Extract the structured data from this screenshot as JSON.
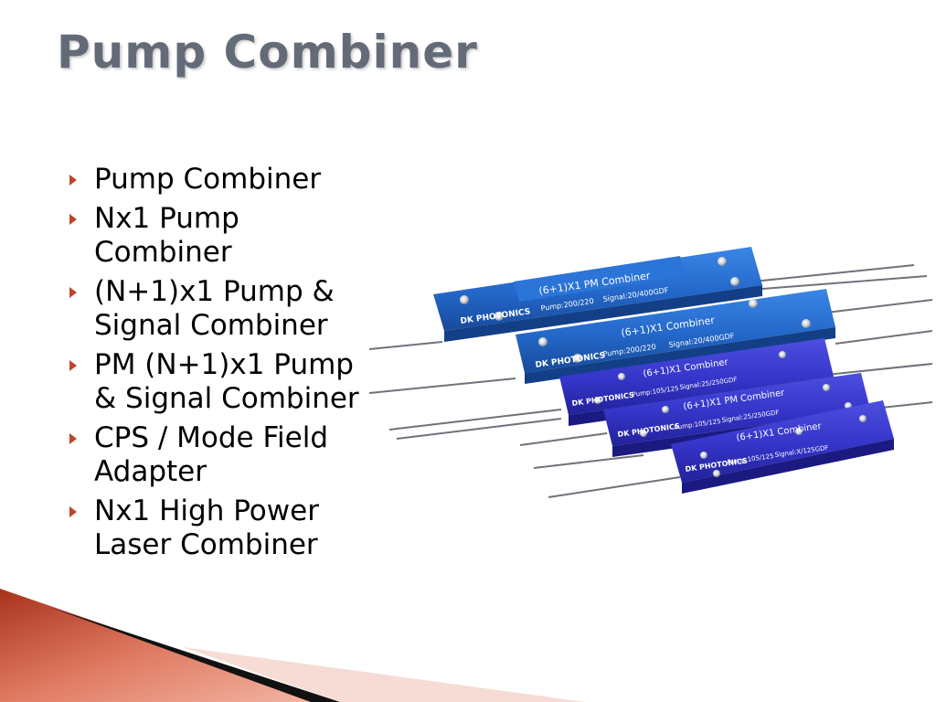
{
  "slide": {
    "title": "Pump Combiner",
    "bullets": [
      "Pump Combiner",
      "Nx1 Pump Combiner",
      "(N+1)x1 Pump & Signal Combiner",
      "PM (N+1)x1 Pump & Signal Combiner",
      "CPS / Mode Field Adapter",
      "Nx1 High Power Laser Combiner"
    ],
    "accent_color": "#c0432c",
    "title_color": "#646b78"
  },
  "product_photo": {
    "brand": "DK PHOTONICS",
    "devices": [
      {
        "name": "(6+1)X1 PM Combiner",
        "spec_pump": "Pump:200/220",
        "spec_signal": "Signal:20/400GDF"
      },
      {
        "name": "(6+1)X1  Combiner",
        "spec_pump": "Pump:200/220",
        "spec_signal": "Signal:20/400GDF"
      },
      {
        "name": "(6+1)X1 Combiner",
        "spec_pump": "Pump:105/125",
        "spec_signal": "Signal:25/250GDF"
      },
      {
        "name": "(6+1)X1 PM Combiner",
        "spec_pump": "Pump:105/125",
        "spec_signal": "Signal:25/250GDF"
      },
      {
        "name": "(6+1)X1 Combiner",
        "spec_pump": "Pump:105/125",
        "spec_signal": "Signal:X/125GDF"
      }
    ]
  }
}
